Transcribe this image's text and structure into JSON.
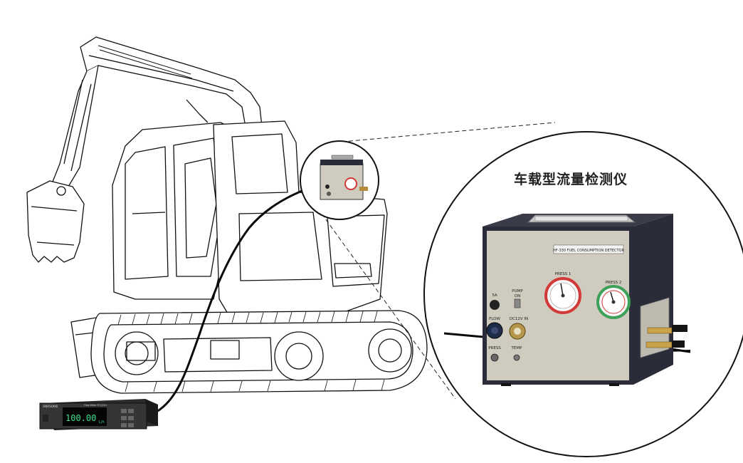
{
  "callout": {
    "title": "车载型流量检测仪"
  },
  "detector": {
    "nameplate": "HF-330 FUEL CONSUMPTION DETECTOR",
    "labels": {
      "fa": "5A",
      "pump": "PUMP",
      "on": "ON",
      "press1": "PRESS 1",
      "press2": "PRESS 2",
      "flow": "FLOW",
      "dc12v": "DC12V IN",
      "press": "PRESS",
      "temp": "TEMP"
    }
  },
  "display_unit": {
    "brand": "ONOSOKKI",
    "model": "Flow Meter FP-0130",
    "reading": "100.00",
    "unit": "L/h"
  },
  "colors": {
    "panel": "#cfcbbf",
    "housing": "#2a2c3a",
    "gauge_red": "#d23a3a",
    "gauge_green": "#3fa05a",
    "display_green": "#3ee08a",
    "outline": "#111111"
  }
}
